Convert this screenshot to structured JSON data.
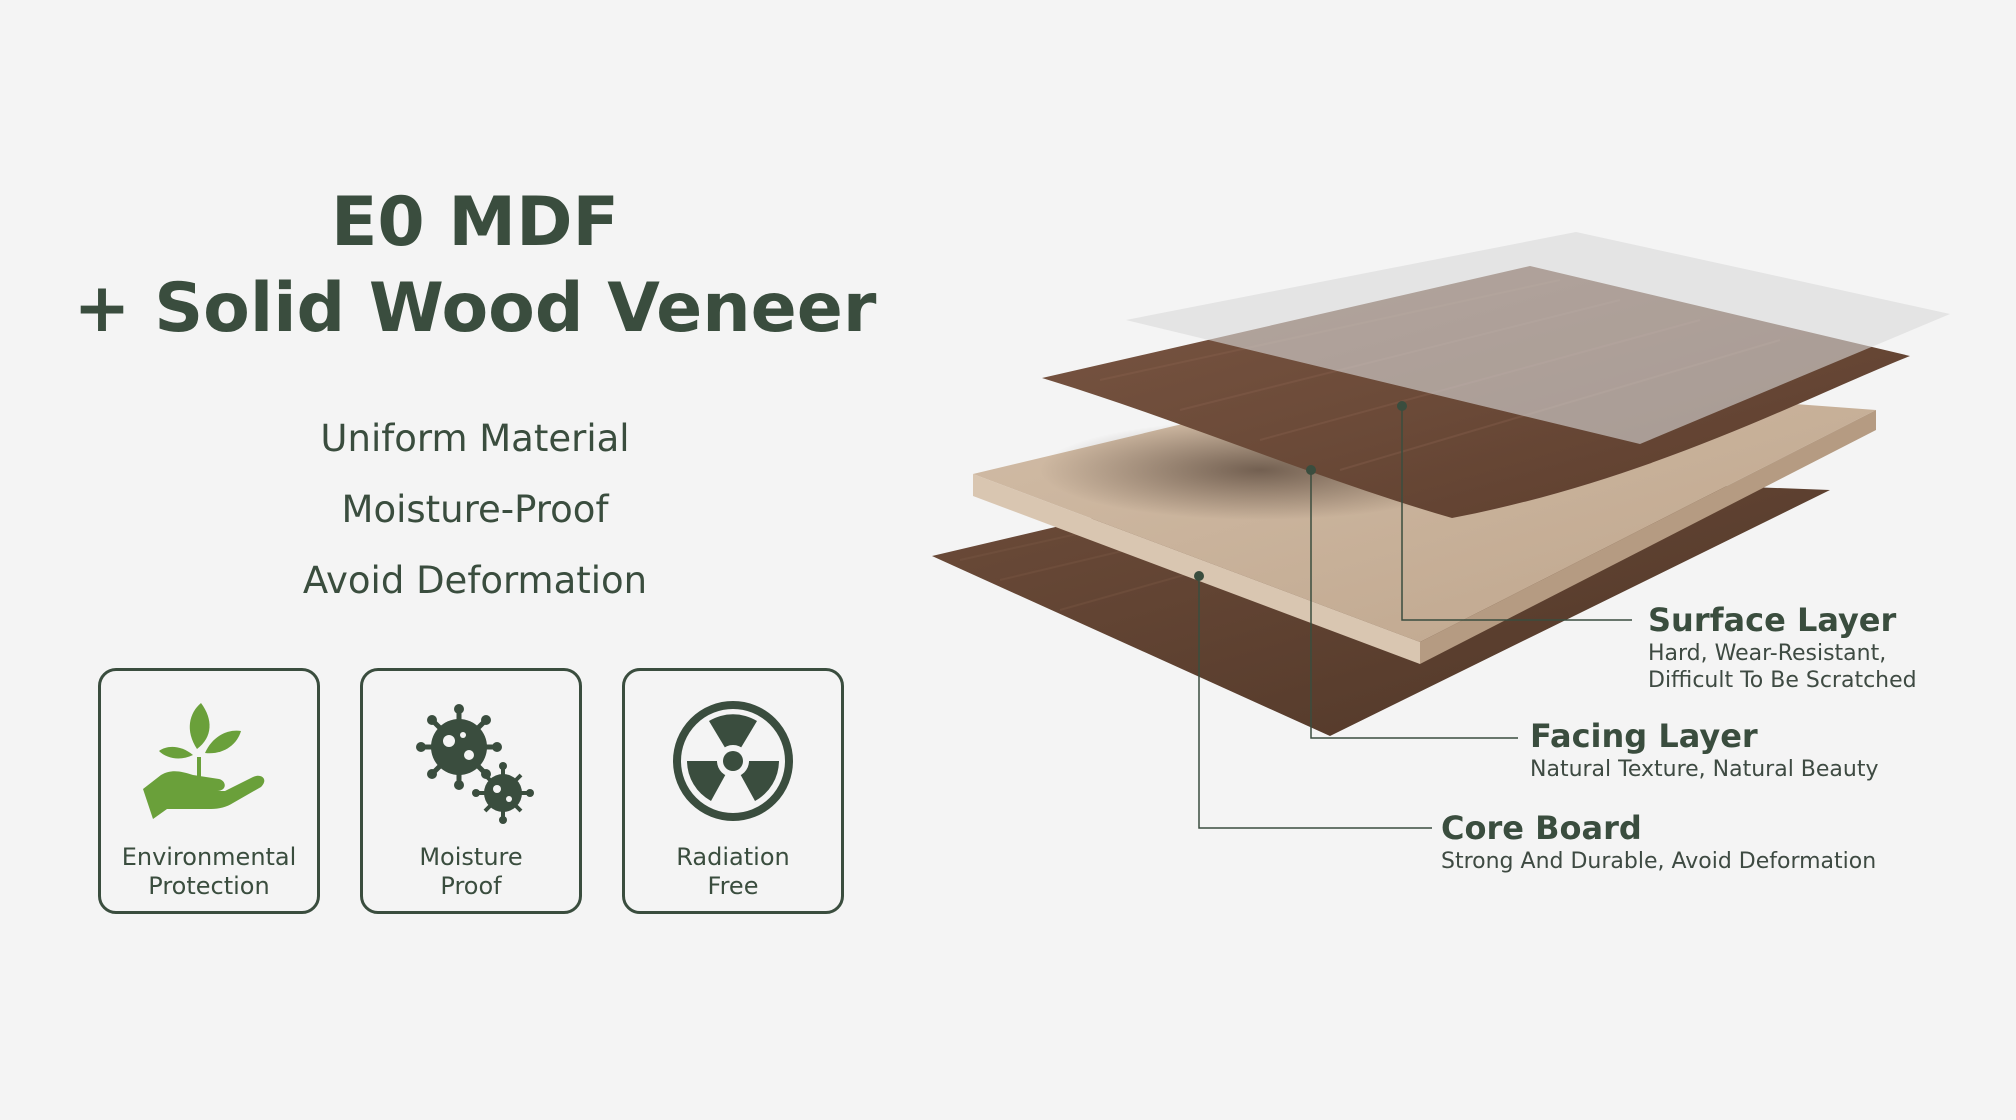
{
  "headline": {
    "line1": "E0 MDF",
    "line2": "+ Solid Wood Veneer"
  },
  "features": [
    "Uniform Material",
    "Moisture-Proof",
    "Avoid Deformation"
  ],
  "badges": [
    {
      "icon": "leaf-hand-icon",
      "line1": "Environmental",
      "line2": "Protection"
    },
    {
      "icon": "germ-icon",
      "line1": "Moisture",
      "line2": "Proof"
    },
    {
      "icon": "radiation-icon",
      "line1": "Radiation",
      "line2": "Free"
    }
  ],
  "layers": {
    "surface": {
      "title": "Surface Layer",
      "desc1": "Hard, Wear-Resistant,",
      "desc2": "Difficult To Be Scratched"
    },
    "facing": {
      "title": "Facing Layer",
      "desc1": "Natural Texture, Natural Beauty"
    },
    "core": {
      "title": "Core Board",
      "desc1": "Strong And Durable, Avoid Deformation"
    }
  },
  "colors": {
    "brand_green": "#3a4d3e",
    "leaf_green": "#6aa03a",
    "walnut": "#6b4a38",
    "mdf": "#c9b39c",
    "background": "#f4f4f4"
  }
}
